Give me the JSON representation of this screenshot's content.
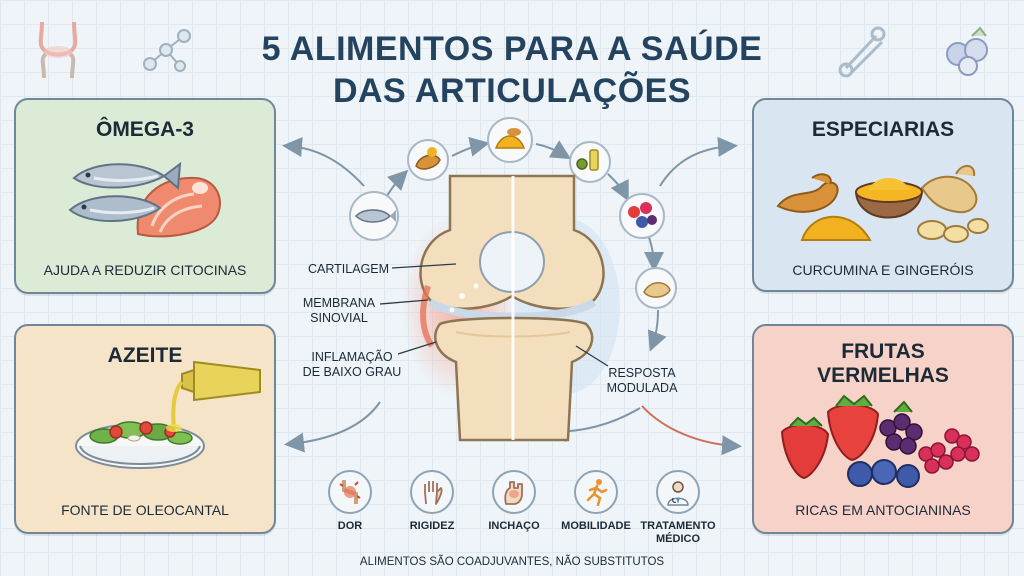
{
  "title": {
    "line1": "5 ALIMENTOS PARA A SAÚDE",
    "line2": "DAS ARTICULAÇÕES"
  },
  "cards": {
    "omega": {
      "heading": "ÔMEGA-3",
      "caption": "AJUDA A REDUZIR CITOCINAS"
    },
    "azeite": {
      "heading": "AZEITE",
      "caption": "FONTE DE OLEOCANTAL"
    },
    "especiarias": {
      "heading": "ESPECIARIAS",
      "caption": "CURCUMINA E GINGERÓIS"
    },
    "frutas": {
      "heading_line1": "FRUTAS",
      "heading_line2": "VERMELHAS",
      "caption": "RICAS EM ANTOCIANINAS"
    }
  },
  "joint_labels": {
    "cartilagem": "CARTILAGEM",
    "membrana_1": "MEMBRANA",
    "membrana_2": "SINOVIAL",
    "inflamacao_1": "INFLAMAÇÃO",
    "inflamacao_2": "DE BAIXO GRAU",
    "resposta_1": "RESPOSTA",
    "resposta_2": "MODULADA"
  },
  "symptoms": [
    {
      "label": "DOR",
      "icon": "pain-joint-icon"
    },
    {
      "label": "RIGIDEZ",
      "icon": "hand-icon"
    },
    {
      "label": "INCHAÇO",
      "icon": "swollen-hand-icon"
    },
    {
      "label": "MOBILIDADE",
      "icon": "runner-icon"
    },
    {
      "label_line1": "TRATAMENTO",
      "label_line2": "MÉDICO",
      "icon": "doctor-icon"
    }
  ],
  "footer": "ALIMENTOS SÃO COADJUVANTES, NÃO SUBSTITUTOS",
  "colors": {
    "title": "#24435e",
    "omega_bg": "#dcebd6",
    "azeite_bg": "#f6e4c9",
    "especiarias_bg": "#d9e6f1",
    "frutas_bg": "#f7d2c8",
    "inflammation": "#e8735a"
  }
}
